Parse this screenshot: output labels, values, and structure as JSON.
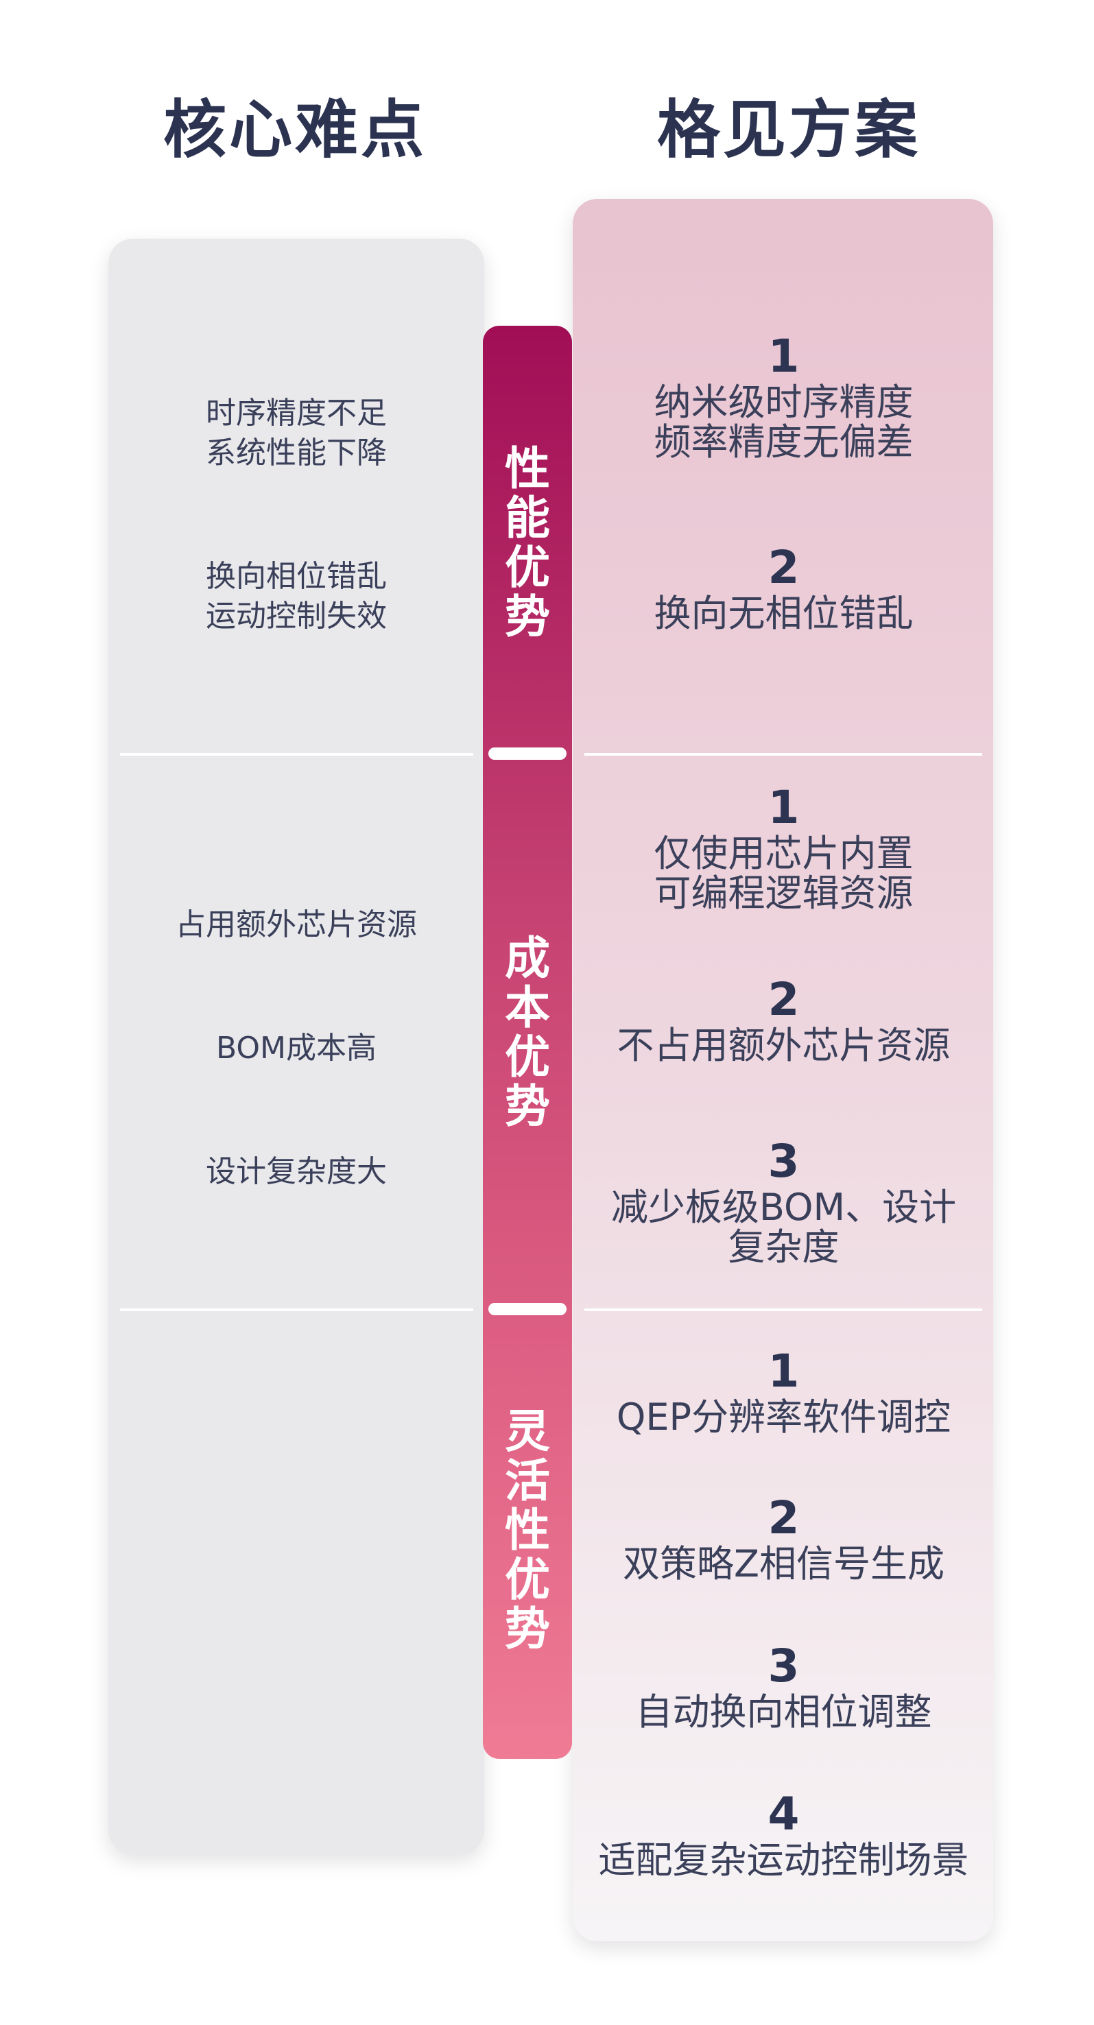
{
  "headings": {
    "left": "核心难点",
    "right": "格见方案"
  },
  "colors": {
    "bar_top": "#a10e56",
    "bar_bottom": "#ef7b95",
    "left_panel": "#e9e9eb",
    "right_panel_top": "#e8c3d0",
    "right_panel_bottom": "#f6f4f6",
    "text_dark": "#2b3351"
  },
  "sections": [
    {
      "category": [
        "性",
        "能",
        "优",
        "势"
      ],
      "pain_points": [
        "时序精度不足\n系统性能下降",
        "换向相位错乱\n运动控制失效"
      ],
      "solutions": [
        {
          "num": "1",
          "text": "纳米级时序精度\n频率精度无偏差"
        },
        {
          "num": "2",
          "text": "换向无相位错乱"
        }
      ]
    },
    {
      "category": [
        "成",
        "本",
        "优",
        "势"
      ],
      "pain_points": [
        "占用额外芯片资源",
        "BOM成本高",
        "设计复杂度大"
      ],
      "solutions": [
        {
          "num": "1",
          "text": "仅使用芯片内置\n可编程逻辑资源"
        },
        {
          "num": "2",
          "text": "不占用额外芯片资源"
        },
        {
          "num": "3",
          "text": "减少板级BOM、设计\n复杂度"
        }
      ]
    },
    {
      "category": [
        "灵",
        "活",
        "性",
        "优",
        "势"
      ],
      "pain_points": [],
      "solutions": [
        {
          "num": "1",
          "text": "QEP分辨率软件调控"
        },
        {
          "num": "2",
          "text": "双策略Z相信号生成"
        },
        {
          "num": "3",
          "text": "自动换向相位调整"
        },
        {
          "num": "4",
          "text": "适配复杂运动控制场景"
        }
      ]
    }
  ]
}
